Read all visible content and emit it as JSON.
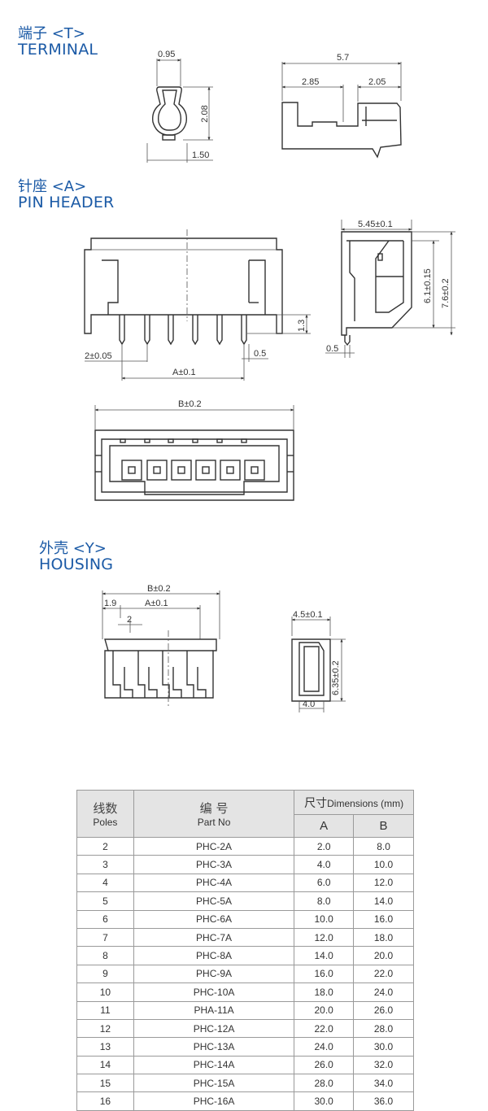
{
  "sections": {
    "terminal": {
      "cn": "端子 <T>",
      "en": "TERMINAL"
    },
    "pin_header": {
      "cn": "针座 <A>",
      "en": "PIN HEADER"
    },
    "housing": {
      "cn": "外壳 <Y>",
      "en": "HOUSING"
    }
  },
  "dims": {
    "terminal": {
      "w": "0.95",
      "h": "2.08",
      "base": "1.50",
      "total": "5.7",
      "left": "2.85",
      "right": "2.05"
    },
    "pin_header": {
      "pitch": "2±0.05",
      "a": "A±0.1",
      "pin": "1.3",
      "pin_w": "0.5",
      "b": "B±0.2",
      "side_w": "5.45±0.1",
      "side_h1": "6.1±0.15",
      "side_h2": "7.6±0.2",
      "side_pin": "0.5"
    },
    "housing": {
      "b": "B±0.2",
      "a": "A±0.1",
      "offset": "1.9",
      "pitch": "2",
      "side_w": "4.5±0.1",
      "side_h": "6.35±0.2",
      "side_base": "4.0"
    }
  },
  "table": {
    "poles_cn": "线数",
    "poles_en": "Poles",
    "part_cn": "编 号",
    "part_en": "Part  No",
    "dim_cn": "尺寸",
    "dim_en": "Dimensions (mm)",
    "col_a": "A",
    "col_b": "B",
    "rows": [
      [
        "2",
        "PHC-2A",
        "2.0",
        "8.0"
      ],
      [
        "3",
        "PHC-3A",
        "4.0",
        "10.0"
      ],
      [
        "4",
        "PHC-4A",
        "6.0",
        "12.0"
      ],
      [
        "5",
        "PHC-5A",
        "8.0",
        "14.0"
      ],
      [
        "6",
        "PHC-6A",
        "10.0",
        "16.0"
      ],
      [
        "7",
        "PHC-7A",
        "12.0",
        "18.0"
      ],
      [
        "8",
        "PHC-8A",
        "14.0",
        "20.0"
      ],
      [
        "9",
        "PHC-9A",
        "16.0",
        "22.0"
      ],
      [
        "10",
        "PHC-10A",
        "18.0",
        "24.0"
      ],
      [
        "11",
        "PHA-11A",
        "20.0",
        "26.0"
      ],
      [
        "12",
        "PHC-12A",
        "22.0",
        "28.0"
      ],
      [
        "13",
        "PHC-13A",
        "24.0",
        "30.0"
      ],
      [
        "14",
        "PHC-14A",
        "26.0",
        "32.0"
      ],
      [
        "15",
        "PHC-15A",
        "28.0",
        "34.0"
      ],
      [
        "16",
        "PHC-16A",
        "30.0",
        "36.0"
      ]
    ]
  }
}
